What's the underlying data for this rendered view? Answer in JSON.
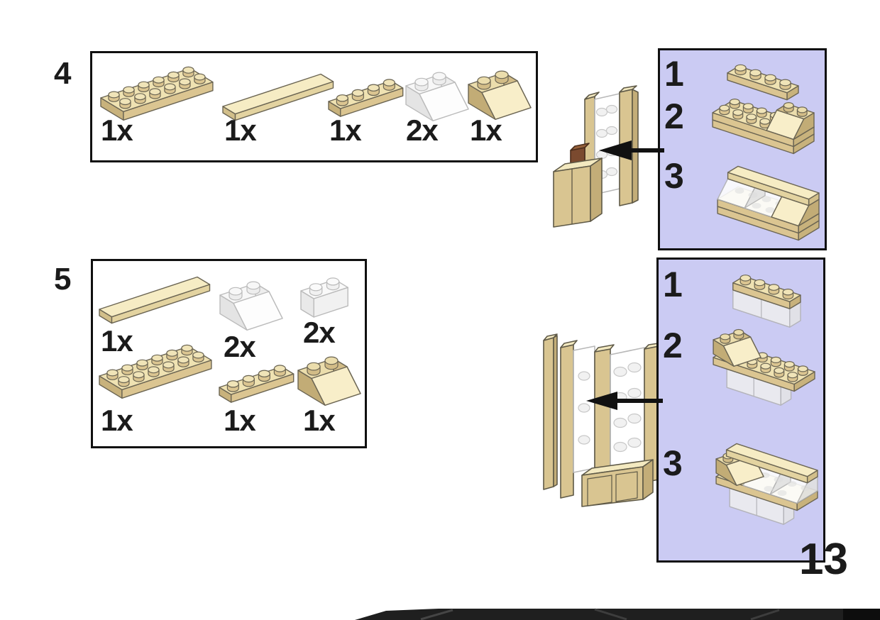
{
  "page": {
    "number": "13"
  },
  "palette": {
    "tan": "#DBC591",
    "cream": "#F6ECC4",
    "transparent_part": "#F4F4F4",
    "panel_background": "#CBCBF3",
    "outline": "#6B6553",
    "brown": "#7B4A2F",
    "arrow": "#111111",
    "text": "#1B1B1B",
    "stripe": "#1F1F1F"
  },
  "icons": {
    "assembly_arrow": "left-arrow"
  },
  "steps": [
    {
      "number": "4",
      "parts": [
        {
          "name": "plate-2x6-tan",
          "count": "1x"
        },
        {
          "name": "tile-1x6-tan",
          "count": "1x"
        },
        {
          "name": "plate-1x4-tan",
          "count": "1x"
        },
        {
          "name": "slope-2x2-trans-clear",
          "count": "2x"
        },
        {
          "name": "slope-2x2-tan",
          "count": "1x"
        }
      ]
    },
    {
      "number": "5",
      "parts": [
        {
          "name": "tile-1x6-tan",
          "count": "1x"
        },
        {
          "name": "slope-2x2-trans-clear",
          "count": "2x"
        },
        {
          "name": "brick-1x2-trans-clear",
          "count": "2x"
        },
        {
          "name": "plate-2x6-tan",
          "count": "1x"
        },
        {
          "name": "plate-1x4-tan",
          "count": "1x"
        },
        {
          "name": "slope-2x2-tan",
          "count": "1x"
        }
      ]
    }
  ],
  "subassembly_panels": [
    {
      "for_step": "4",
      "substeps": [
        {
          "label": "1"
        },
        {
          "label": "2"
        },
        {
          "label": "3"
        }
      ]
    },
    {
      "for_step": "5",
      "substeps": [
        {
          "label": "1"
        },
        {
          "label": "2"
        },
        {
          "label": "3"
        }
      ]
    }
  ]
}
